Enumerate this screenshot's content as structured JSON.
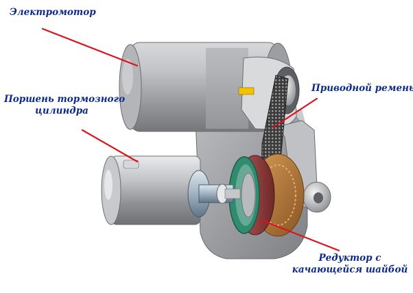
{
  "labels": {
    "motor": "Электромотор",
    "piston_line1": "Поршень тормозного",
    "piston_line2": "цилиндра",
    "belt": "Приводной ремень",
    "reducer_line1": "Редуктор с",
    "reducer_line2": "качающейся шайбой"
  },
  "colors": {
    "label_text": "#0d2a8a",
    "leader_line": "#e0101a",
    "housing": "#a9abae",
    "motor_body": "#b8babd",
    "gear_bronze": "#b07a3c",
    "disc_green": "#2f8c6e",
    "disc_red": "#9a3b3b",
    "belt": "#2b2b2b",
    "background": "#ffffff"
  }
}
